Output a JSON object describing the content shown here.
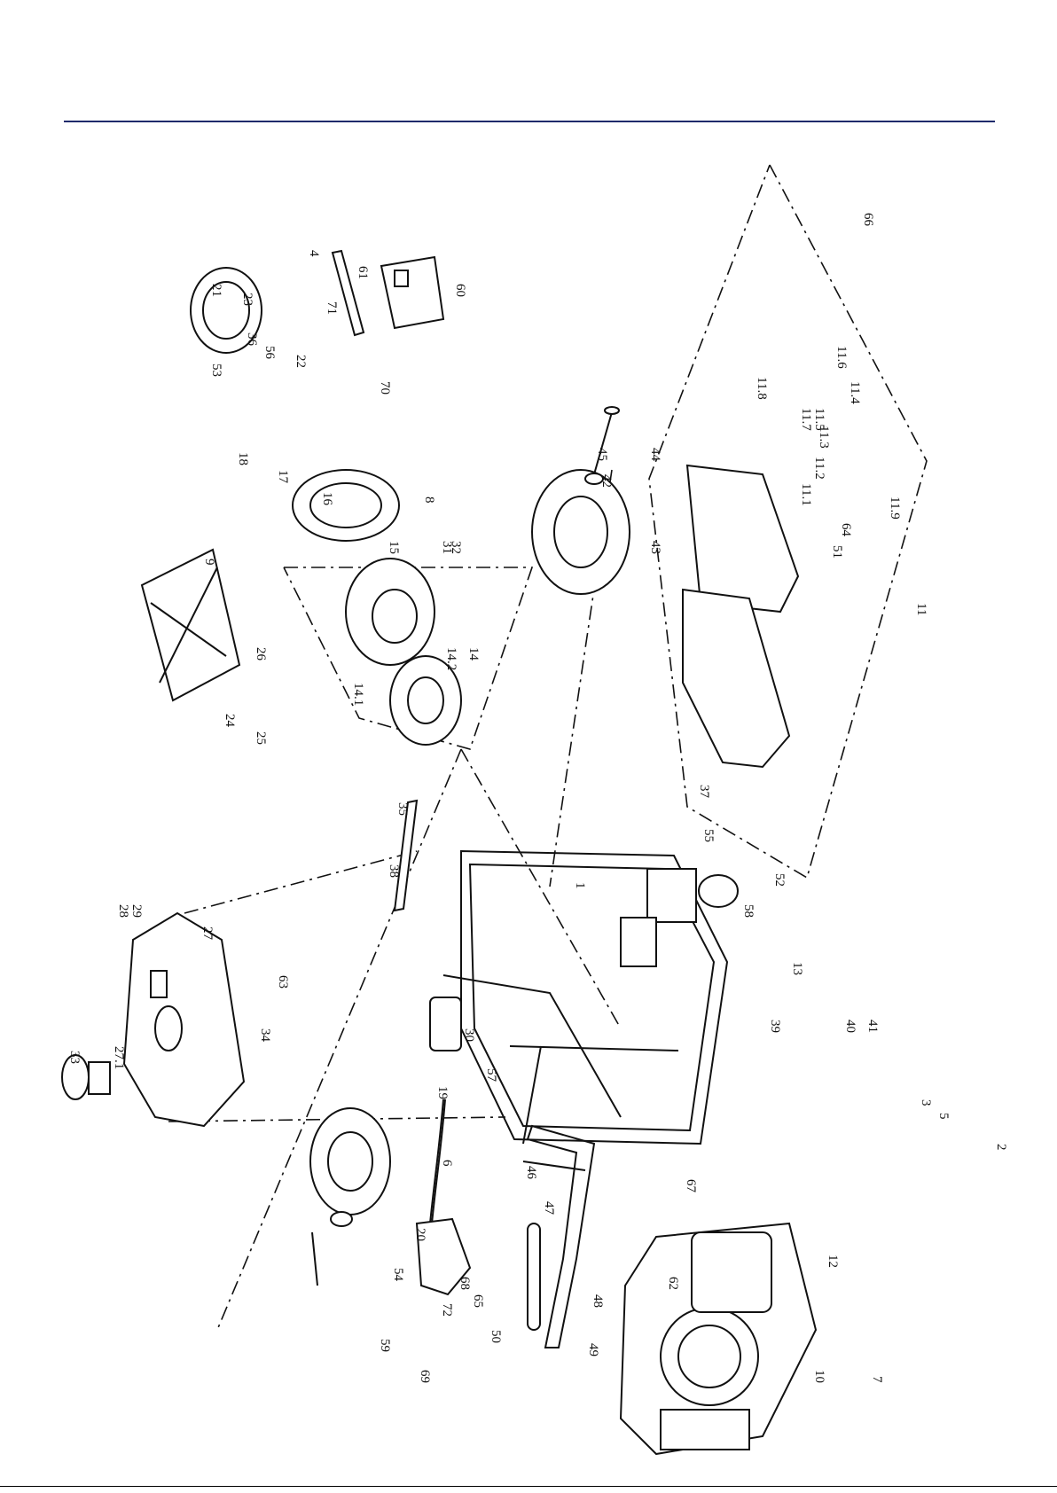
{
  "diagram": {
    "part_numbers": [
      "1",
      "2",
      "3",
      "4",
      "5",
      "6",
      "7",
      "8",
      "9",
      "10",
      "11",
      "11.1",
      "11.2",
      "11.3",
      "11.4",
      "11.5",
      "11.6",
      "11.7",
      "11.8",
      "11.9",
      "12",
      "13",
      "14",
      "14.1",
      "14.2",
      "15",
      "16",
      "17",
      "18",
      "19",
      "20",
      "21",
      "22",
      "23",
      "24",
      "25",
      "26",
      "27",
      "27.1",
      "28",
      "29",
      "30",
      "31",
      "32",
      "33",
      "34",
      "35",
      "36",
      "37",
      "38",
      "39",
      "40",
      "41",
      "42",
      "43",
      "44",
      "45",
      "46",
      "47",
      "48",
      "49",
      "50",
      "51",
      "52",
      "53",
      "54",
      "55",
      "56",
      "57",
      "58",
      "59",
      "60",
      "61",
      "62",
      "63",
      "64",
      "65",
      "66",
      "67",
      "68",
      "69",
      "70",
      "71",
      "72"
    ]
  }
}
